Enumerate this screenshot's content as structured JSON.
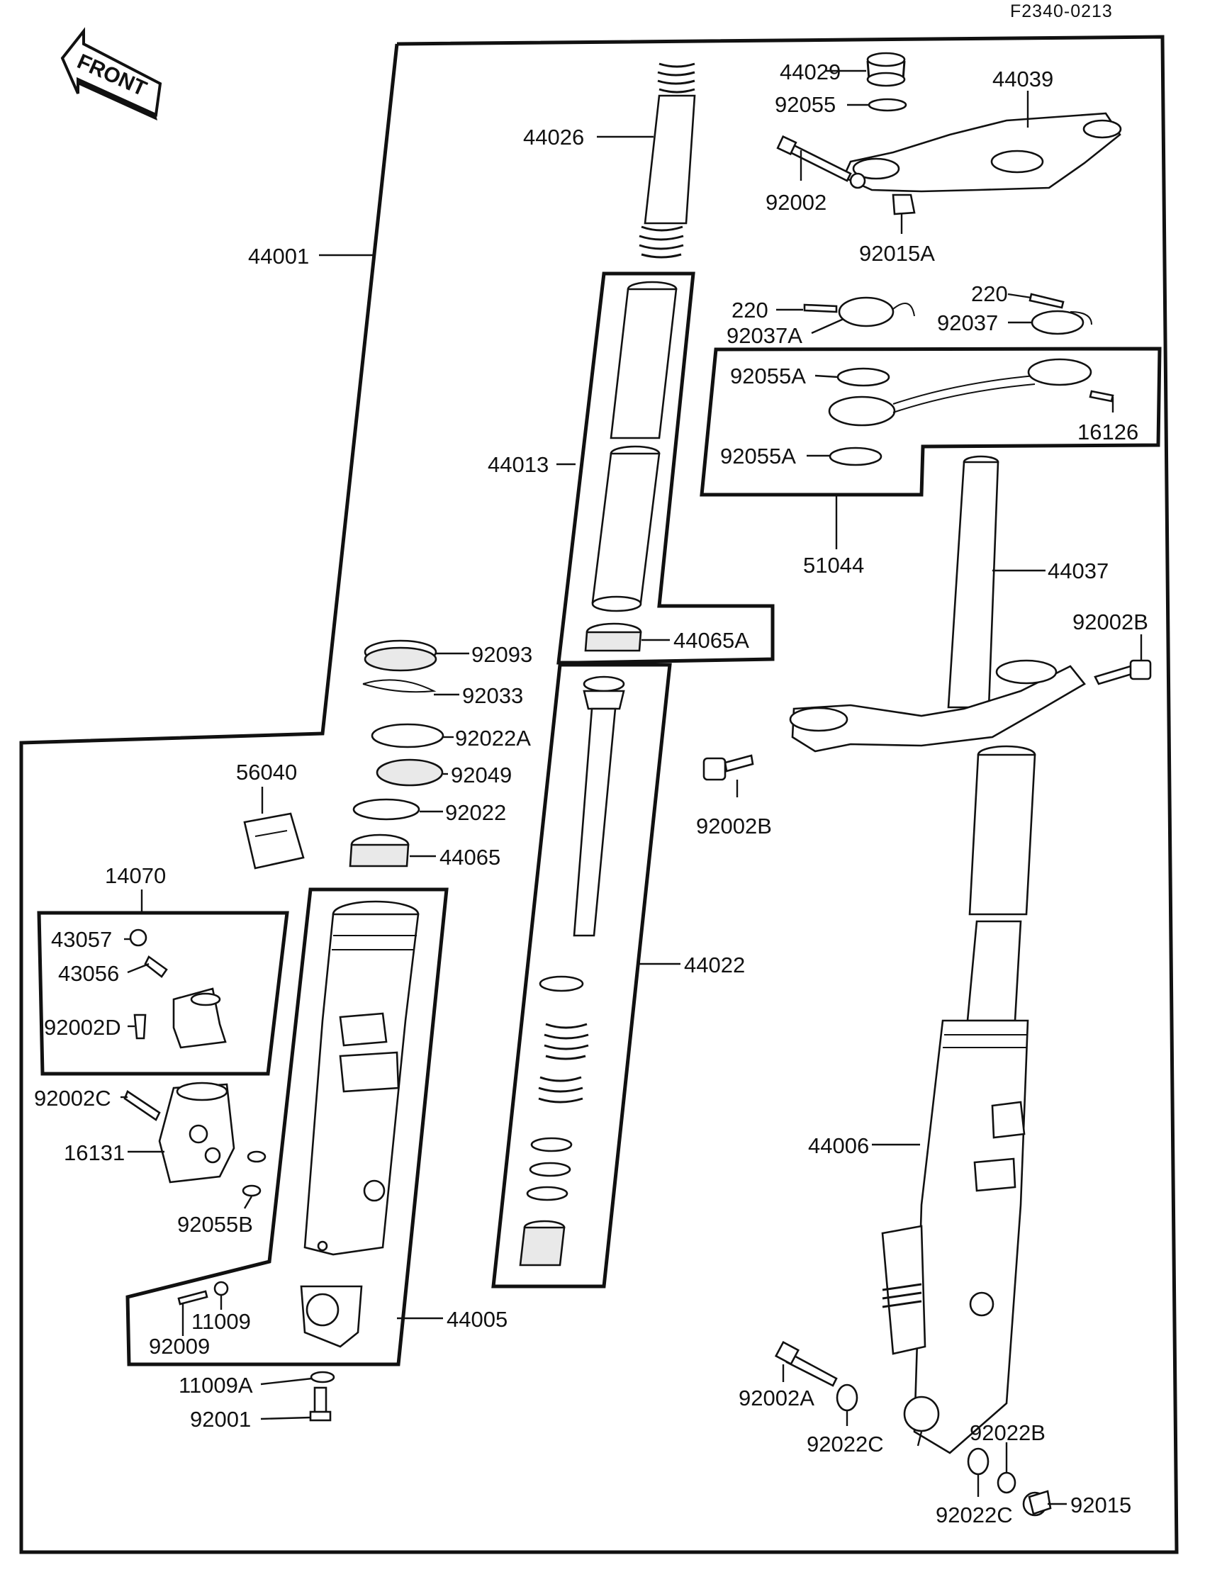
{
  "diagram_code": "F2340-0213",
  "front_arrow_label": "FRONT",
  "labels": {
    "p44029": "44029",
    "p44039": "44039",
    "p92055": "92055",
    "p44026": "44026",
    "p92002": "92002",
    "p92015A": "92015A",
    "p44001": "44001",
    "p220a": "220",
    "p92037A": "92037A",
    "p220b": "220",
    "p92037": "92037",
    "p92055Aa": "92055A",
    "p16126": "16126",
    "p92055Ab": "92055A",
    "p44013": "44013",
    "p51044": "51044",
    "p44037": "44037",
    "p44065A": "44065A",
    "p92002Ba": "92002B",
    "p92093": "92093",
    "p92033": "92033",
    "p92022A": "92022A",
    "p56040": "56040",
    "p92049": "92049",
    "p92022": "92022",
    "p92002Bb": "92002B",
    "p44065": "44065",
    "p14070": "14070",
    "p43057": "43057",
    "p43056": "43056",
    "p44022": "44022",
    "p92002D": "92002D",
    "p92002C": "92002C",
    "p16131": "16131",
    "p44006": "44006",
    "p92055B": "92055B",
    "p11009": "11009",
    "p92009": "92009",
    "p44005": "44005",
    "p11009A": "11009A",
    "p92001": "92001",
    "p92002A": "92002A",
    "p92022Ca": "92022C",
    "p92022B": "92022B",
    "p92022Cb": "92022C",
    "p92015": "92015"
  }
}
